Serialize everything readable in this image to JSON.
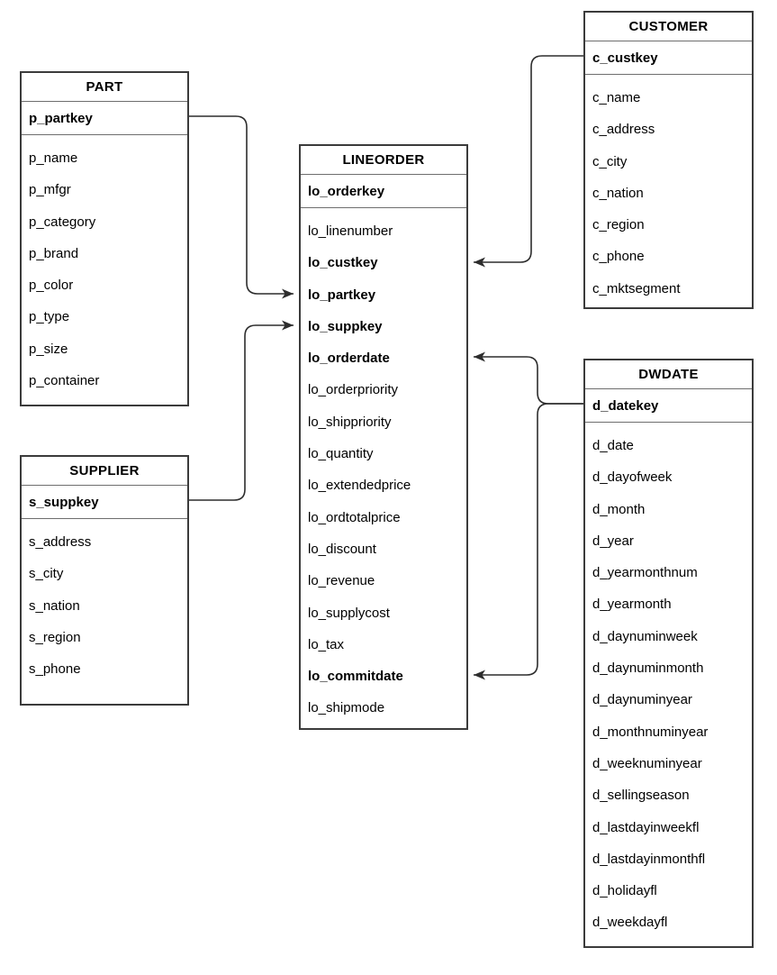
{
  "diagram": {
    "type": "er-schema",
    "colors": {
      "background": "#ffffff",
      "table_border": "#3b3b3b",
      "row_divider": "#6e6e6e",
      "text": "#000000",
      "connector": "#2d2d2d"
    },
    "tables": [
      {
        "id": "part",
        "title": "PART",
        "key": "p_partkey",
        "fields": [
          "p_name",
          "p_mfgr",
          "p_category",
          "p_brand",
          "p_color",
          "p_type",
          "p_size",
          "p_container"
        ],
        "bold_fields": []
      },
      {
        "id": "supplier",
        "title": "SUPPLIER",
        "key": "s_suppkey",
        "fields": [
          "s_address",
          "s_city",
          "s_nation",
          "s_region",
          "s_phone"
        ],
        "bold_fields": []
      },
      {
        "id": "lineorder",
        "title": "LINEORDER",
        "key": "lo_orderkey",
        "fields": [
          "lo_linenumber",
          "lo_custkey",
          "lo_partkey",
          "lo_suppkey",
          "lo_orderdate",
          "lo_orderpriority",
          "lo_shippriority",
          "lo_quantity",
          "lo_extendedprice",
          "lo_ordtotalprice",
          "lo_discount",
          "lo_revenue",
          "lo_supplycost",
          "lo_tax",
          "lo_commitdate",
          "lo_shipmode"
        ],
        "bold_fields": [
          "lo_custkey",
          "lo_partkey",
          "lo_suppkey",
          "lo_orderdate",
          "lo_commitdate"
        ]
      },
      {
        "id": "customer",
        "title": "CUSTOMER",
        "key": "c_custkey",
        "fields": [
          "c_name",
          "c_address",
          "c_city",
          "c_nation",
          "c_region",
          "c_phone",
          "c_mktsegment"
        ],
        "bold_fields": []
      },
      {
        "id": "dwdate",
        "title": "DWDATE",
        "key": "d_datekey",
        "fields": [
          "d_date",
          "d_dayofweek",
          "d_month",
          "d_year",
          "d_yearmonthnum",
          "d_yearmonth",
          "d_daynuminweek",
          "d_daynuminmonth",
          "d_daynuminyear",
          "d_monthnuminyear",
          "d_weeknuminyear",
          "d_sellingseason",
          "d_lastdayinweekfl",
          "d_lastdayinmonthfl",
          "d_holidayfl",
          "d_weekdayfl"
        ],
        "bold_fields": []
      }
    ],
    "relationships": [
      {
        "from": "PART.p_partkey",
        "to": "LINEORDER.lo_partkey"
      },
      {
        "from": "SUPPLIER.s_suppkey",
        "to": "LINEORDER.lo_suppkey"
      },
      {
        "from": "CUSTOMER.c_custkey",
        "to": "LINEORDER.lo_custkey"
      },
      {
        "from": "DWDATE.d_datekey",
        "to": "LINEORDER.lo_orderdate"
      },
      {
        "from": "DWDATE.d_datekey",
        "to": "LINEORDER.lo_commitdate"
      }
    ]
  }
}
